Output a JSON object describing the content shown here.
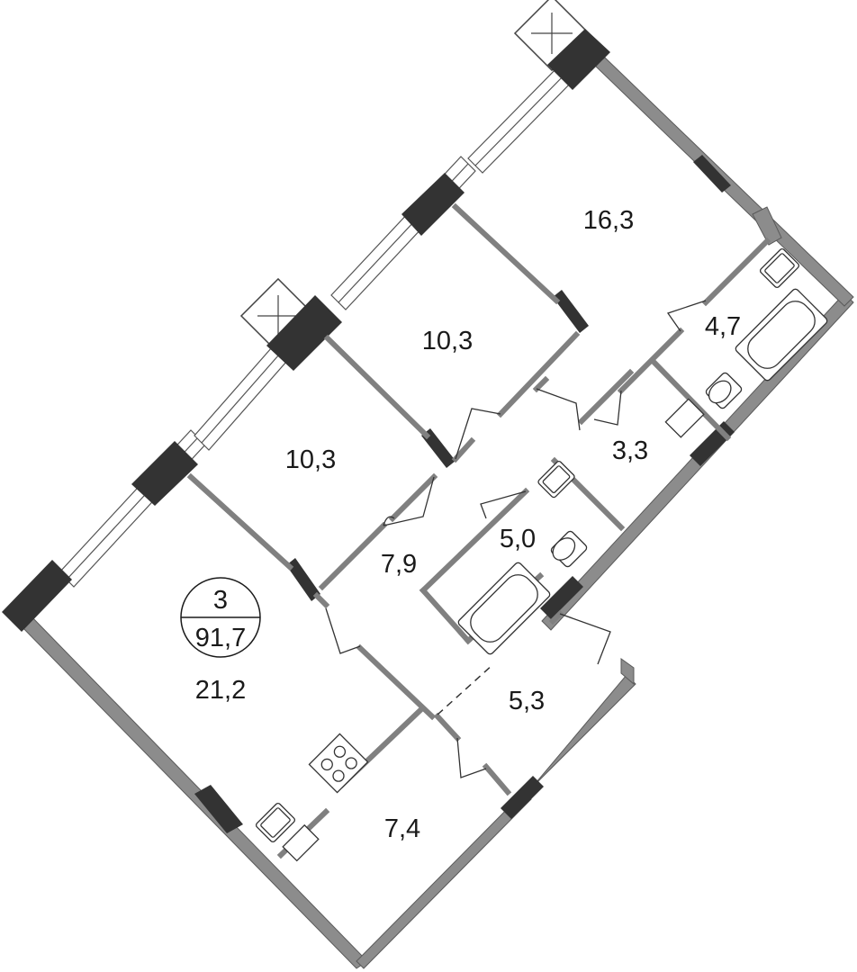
{
  "apartment": {
    "rooms_count": "3",
    "total_area": "91,7"
  },
  "rooms": [
    {
      "id": "living",
      "area": "21,2"
    },
    {
      "id": "bedroom-a",
      "area": "10,3"
    },
    {
      "id": "bedroom-b",
      "area": "10,3"
    },
    {
      "id": "master",
      "area": "16,3"
    },
    {
      "id": "hall",
      "area": "7,9"
    },
    {
      "id": "bath-master",
      "area": "4,7"
    },
    {
      "id": "wardrobe",
      "area": "3,3"
    },
    {
      "id": "bath",
      "area": "5,0"
    },
    {
      "id": "entrance",
      "area": "5,3"
    },
    {
      "id": "kitchen",
      "area": "7,4"
    }
  ],
  "colors": {
    "wall": "#8c8c8c",
    "pier": "#333333",
    "line": "#333333"
  }
}
